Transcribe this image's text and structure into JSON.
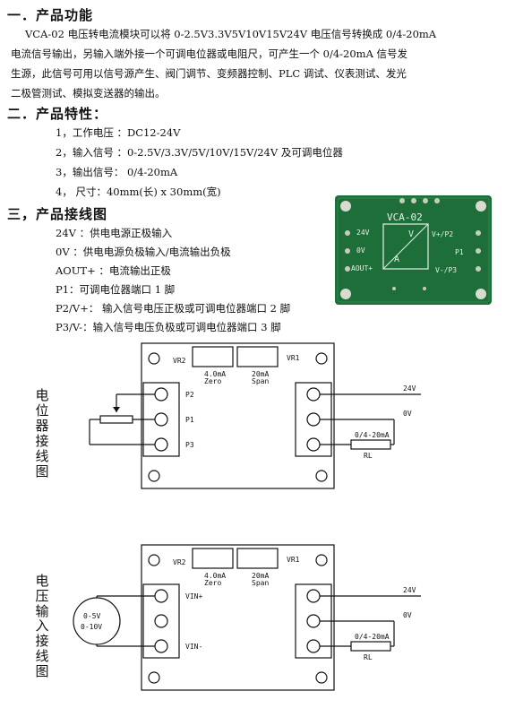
{
  "sec1": {
    "title": "一．产品功能",
    "lines": [
      "VCA-02 电压转电流模块可以将 0-2.5V3.3V5V10V15V24V 电压信号转换成 0/4-20mA",
      "电流信号输出，另输入端外接一个可调电位器或电阻尺，可产生一个 0/4-20mA 信号发",
      "生源，此信号可用以信号源产生、阀门调节、变频器控制、PLC 调试、仪表测试、发光",
      "二极管测试、模拟变送器的输出。"
    ]
  },
  "sec2": {
    "title": "二．产品特性：",
    "items": [
      "1，工作电压 ：DC12-24V",
      "2，输入信号 ：0-2.5V/3.3V/5V/10V/15V/24V 及可调电位器",
      "3，输出信号： 0/4-20mA",
      "4， 尺寸：40mm(长) x 30mm(宽)"
    ]
  },
  "sec3": {
    "title": "三，产品接线图",
    "items": [
      "24V ：供电电源正极输入",
      "0V ：供电电源负极输入/电流输出负极",
      "AOUT+ ：电流输出正极",
      "P1：可调电位器端口 1 脚",
      "P2/V+： 输入信号电压正极或可调电位器端口 2 脚",
      "P3/V-：输入信号电压负极或可调电位器端口 3 脚"
    ]
  },
  "pcb": {
    "model": "VCA-02",
    "left_labels": [
      "24V",
      "0V",
      "AOUT+"
    ],
    "right_labels": [
      "V+/P2",
      "P1",
      "V-/P3"
    ],
    "sym_v": "V",
    "sym_a": "A",
    "colors": {
      "board": "#1e6e3a",
      "silk": "#e8f0e4"
    }
  },
  "diagram1": {
    "side_title": "电位器接线图",
    "vr2": "VR2",
    "vr1": "VR1",
    "zero_top": "4.0mA",
    "zero_bot": "Zero",
    "span_top": "20mA",
    "span_bot": "Span",
    "pins": [
      "P2",
      "P1",
      "P3"
    ],
    "v24": "24V",
    "v0": "0V",
    "load": "0/4-20mA",
    "rl": "RL"
  },
  "diagram2": {
    "side_title_a": "电压输",
    "side_title_b": "入接线图",
    "vr2": "VR2",
    "vr1": "VR1",
    "zero_top": "4.0mA",
    "zero_bot": "Zero",
    "span_top": "20mA",
    "span_bot": "Span",
    "pins": [
      "VIN+",
      "VIN-"
    ],
    "source_a": "0-5V",
    "source_b": "0-10V",
    "v24": "24V",
    "v0": "0V",
    "load": "0/4-20mA",
    "rl": "RL"
  }
}
